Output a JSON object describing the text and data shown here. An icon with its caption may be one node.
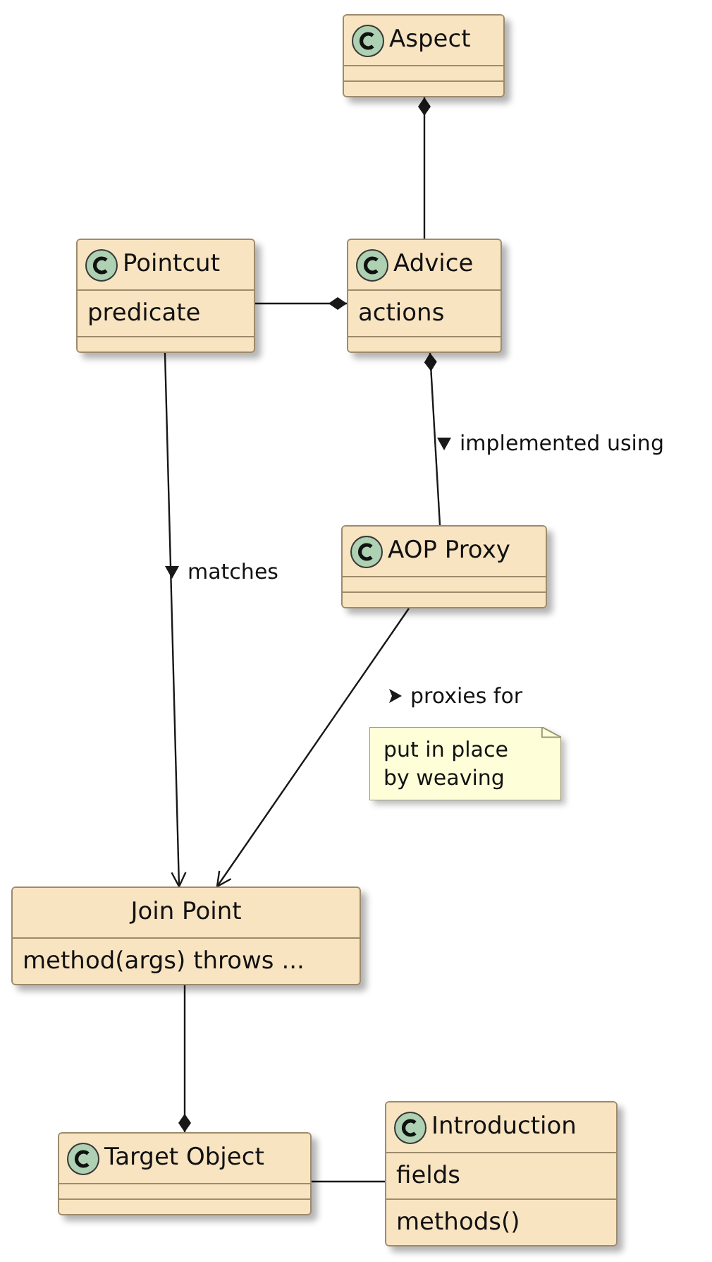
{
  "diagram": {
    "nodes": [
      {
        "text": [
          "Aspect"
        ]
      },
      {
        "text": [
          "Pointcut",
          "predicate"
        ]
      },
      {
        "text": [
          "Advice",
          "actions"
        ]
      },
      {
        "text": [
          "AOP Proxy"
        ]
      },
      {
        "text": [
          "put in place by weaving"
        ]
      },
      {
        "text": [
          "Join Point",
          "method(args) throws ..."
        ]
      },
      {
        "text": [
          "Target Object"
        ]
      },
      {
        "text": [
          "Introduction",
          "fields",
          "methods()"
        ]
      }
    ],
    "edges": [
      {
        "from": 0,
        "to": 2,
        "arrow": "other"
      },
      {
        "from": 2,
        "to": 1,
        "arrow": "other"
      },
      {
        "from": 2,
        "to": 3,
        "arrow": "other",
        "label": "implemented using"
      },
      {
        "from": 1,
        "to": 5,
        "arrow": "to",
        "label": "matches"
      },
      {
        "from": 3,
        "to": 5,
        "arrow": "to",
        "label": "proxies for"
      },
      {
        "from": 6,
        "to": 5,
        "arrow": "other"
      },
      {
        "from": 6,
        "to": 7,
        "arrow": "none"
      }
    ]
  }
}
